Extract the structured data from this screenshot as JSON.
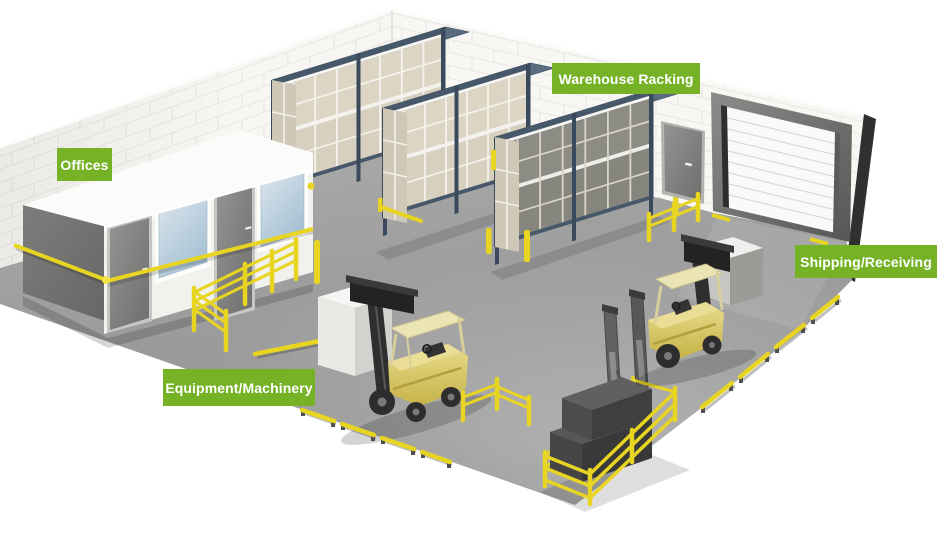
{
  "scene": {
    "type": "warehouse-facility-illustration",
    "labels": [
      {
        "id": "offices",
        "text": "Offices"
      },
      {
        "id": "warehouse-racking",
        "text": "Warehouse Racking"
      },
      {
        "id": "shipping-receiving",
        "text": "Shipping/Receiving"
      },
      {
        "id": "equipment-machinery",
        "text": "Equipment/Machinery"
      }
    ],
    "colors": {
      "label_bg": "#75b226",
      "label_text": "#ffffff",
      "safety_yellow": "#e8d522",
      "floor": "#9c9c9c",
      "wall": "#f6f5f2",
      "rack_frame": "#3c4c5e",
      "rack_top": "#5a6d80",
      "box_cream": "#dcd5c4",
      "box_dark": "#8b8a82",
      "forklift_body": "#d8c96a",
      "office_end_wall": "#747472",
      "door_gray": "#8c8c8c"
    }
  }
}
